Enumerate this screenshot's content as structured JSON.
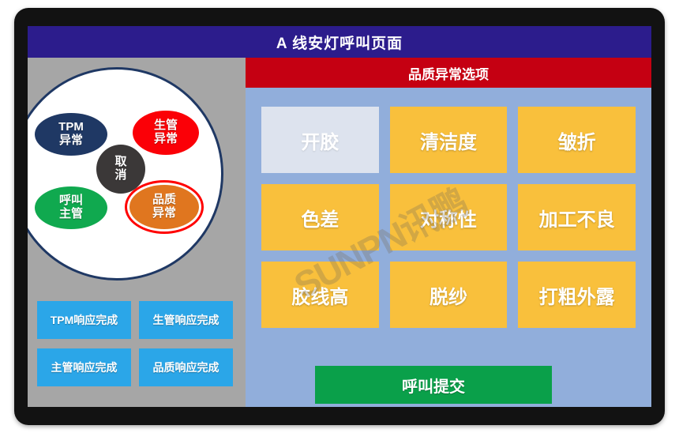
{
  "window": {
    "title": "A  线安灯呼叫页面"
  },
  "left_panel": {
    "radial_menu": {
      "bubbles": [
        {
          "name": "tpm",
          "line1": "TPM",
          "line2": "异常",
          "color": "#1f3864"
        },
        {
          "name": "production",
          "line1": "生管",
          "line2": "异常",
          "color": "#fb0007"
        },
        {
          "name": "cancel",
          "line1": "取",
          "line2": "消",
          "color": "#3b3838"
        },
        {
          "name": "call-supervisor",
          "line1": "呼叫",
          "line2": "主管",
          "color": "#10a94f"
        },
        {
          "name": "quality",
          "line1": "品质",
          "line2": "异常",
          "color": "#e0761f",
          "selected": true
        }
      ]
    },
    "response_buttons": [
      {
        "label": "TPM响应完成"
      },
      {
        "label": "生管响应完成"
      },
      {
        "label": "主管响应完成"
      },
      {
        "label": "品质响应完成"
      }
    ]
  },
  "right_panel": {
    "section_header": "品质异常选项",
    "options": [
      {
        "label": "开胶",
        "state": "inactive"
      },
      {
        "label": "清洁度",
        "state": "active"
      },
      {
        "label": "皱折",
        "state": "active"
      },
      {
        "label": "色差",
        "state": "active"
      },
      {
        "label": "对称性",
        "state": "active"
      },
      {
        "label": "加工不良",
        "state": "active"
      },
      {
        "label": "胶线高",
        "state": "active"
      },
      {
        "label": "脱纱",
        "state": "active"
      },
      {
        "label": "打粗外露",
        "state": "active"
      }
    ],
    "submit_label": "呼叫提交"
  },
  "watermark": "SUNPN讯鹏",
  "colors": {
    "title_bar": "#2c1c8c",
    "section_header": "#c50012",
    "left_panel_bg": "#a6a6a6",
    "right_panel_bg": "#91aedb",
    "option_active": "#f9c03c",
    "option_inactive": "#dde3ee",
    "response_button": "#2ba6e8",
    "submit": "#0aa04a",
    "selection_ring": "#ff0000"
  }
}
